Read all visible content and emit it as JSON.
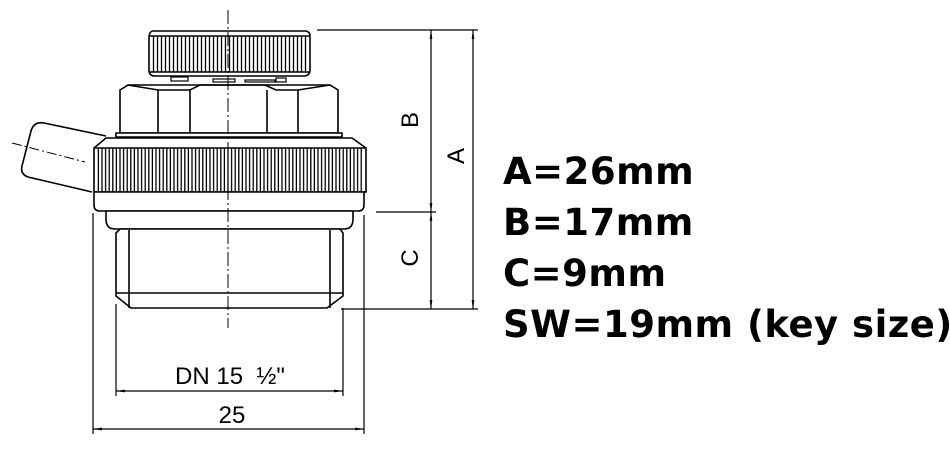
{
  "diagram": {
    "subject": "air vent valve technical drawing",
    "dimension_labels": {
      "b": "B",
      "a": "A",
      "c": "C",
      "thread": "DN 15  ½\"",
      "outer_diameter": "25"
    },
    "line_color": "#000000",
    "background_color": "#ffffff"
  },
  "specs": [
    {
      "label": "A=26mm"
    },
    {
      "label": "B=17mm"
    },
    {
      "label": "C=9mm"
    },
    {
      "label": "SW=19mm (key size)"
    }
  ]
}
